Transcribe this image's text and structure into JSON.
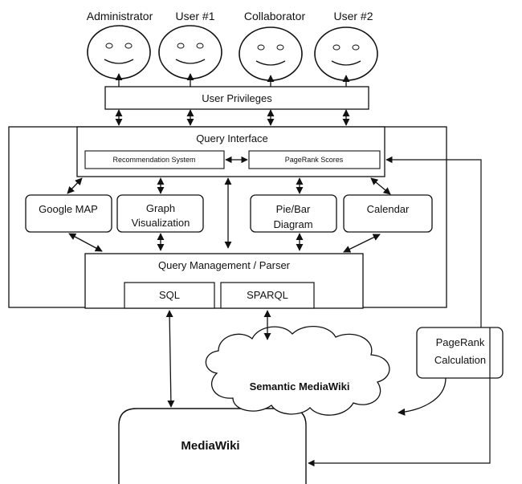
{
  "users": [
    "Administrator",
    "User #1",
    "Collaborator",
    "User #2"
  ],
  "user_privileges": "User Privileges",
  "query_interface": {
    "title": "Query Interface",
    "recommendation": "Recommendation System",
    "pagerank_scores": "PageRank Scores"
  },
  "views": {
    "google_map": "Google MAP",
    "graph_line1": "Graph",
    "graph_line2": "Visualization",
    "pie_line1": "Pie/Bar",
    "pie_line2": "Diagram",
    "calendar": "Calendar"
  },
  "query_management": {
    "title": "Query Management / Parser",
    "sql": "SQL",
    "sparql": "SPARQL"
  },
  "pagerank_calc": {
    "line1": "PageRank",
    "line2": "Calculation"
  },
  "semantic_mediawiki": "Semantic MediaWiki",
  "mediawiki": "MediaWiki"
}
